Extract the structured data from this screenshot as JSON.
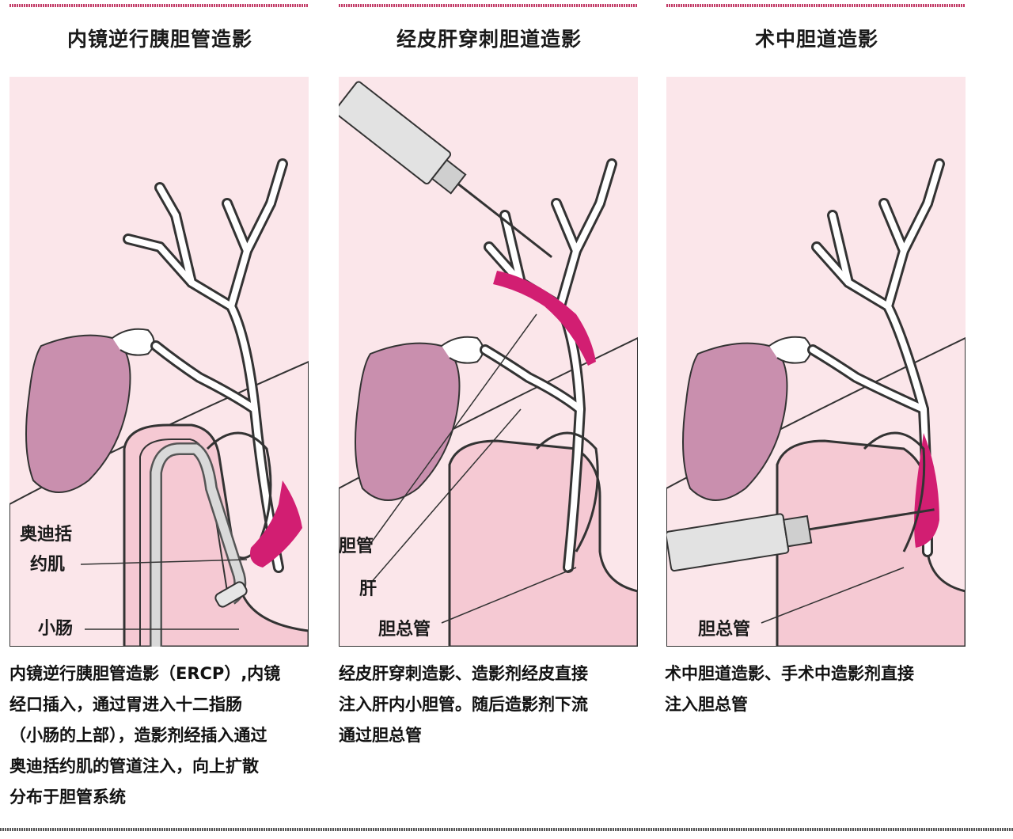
{
  "columns": [
    {
      "title": "内镜逆行胰胆管造影",
      "labels": {
        "sphincter_line1": "奥迪括",
        "sphincter_line2": "约肌",
        "small_intestine": "小肠"
      },
      "description": [
        "内镜逆行胰胆管造影（ERCP）,内镜",
        "经口插入，通过胃进入十二指肠",
        "（小肠的上部），造影剂经插入通过",
        "奥迪括约肌的管道注入，向上扩散",
        "分布于胆管系统"
      ]
    },
    {
      "title": "经皮肝穿刺胆道造影",
      "labels": {
        "bile_duct": "胆管",
        "liver": "肝",
        "common_bile_duct": "胆总管"
      },
      "description": [
        "经皮肝穿刺造影、造影剂经皮直接",
        "注入肝内小胆管。随后造影剂下流",
        "通过胆总管"
      ]
    },
    {
      "title": "术中胆道造影",
      "labels": {
        "common_bile_duct": "胆总管"
      },
      "description": [
        "术中胆道造影、手术中造影剂直接",
        "注入胆总管"
      ]
    }
  ],
  "colors": {
    "panel_background": "#fbe6ea",
    "gallbladder": "#c98fae",
    "intestine": "#f5c9d3",
    "contrast_dye": "#d21e72",
    "accent_rule": "#c23a66"
  }
}
